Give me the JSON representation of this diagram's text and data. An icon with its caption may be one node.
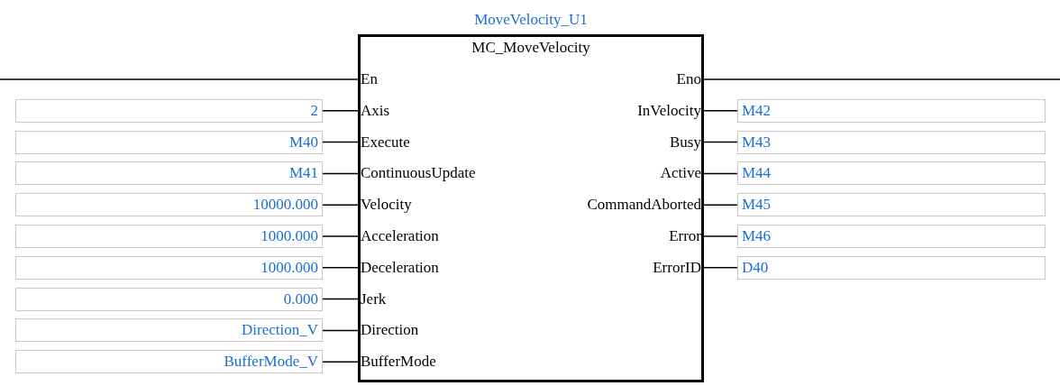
{
  "diagram": {
    "nodes": [
      {
        "text": [
          "MoveVelocity_U1",
          "MC_MoveVelocity"
        ]
      },
      {
        "text": [
          "En"
        ],
        "in": 0
      },
      {
        "text": [
          "Axis"
        ],
        "in": 0
      },
      {
        "text": [
          "Execute"
        ],
        "in": 0
      },
      {
        "text": [
          "ContinuousUpdate"
        ],
        "in": 0
      },
      {
        "text": [
          "Velocity"
        ],
        "in": 0
      },
      {
        "text": [
          "Acceleration"
        ],
        "in": 0
      },
      {
        "text": [
          "Deceleration"
        ],
        "in": 0
      },
      {
        "text": [
          "Jerk"
        ],
        "in": 0
      },
      {
        "text": [
          "Direction"
        ],
        "in": 0
      },
      {
        "text": [
          "BufferMode"
        ],
        "in": 0
      },
      {
        "text": [
          "Eno"
        ],
        "in": 0
      },
      {
        "text": [
          "InVelocity"
        ],
        "in": 0
      },
      {
        "text": [
          "Busy"
        ],
        "in": 0
      },
      {
        "text": [
          "Active"
        ],
        "in": 0
      },
      {
        "text": [
          "CommandAborted"
        ],
        "in": 0
      },
      {
        "text": [
          "Error"
        ],
        "in": 0
      },
      {
        "text": [
          "ErrorID"
        ],
        "in": 0
      },
      {
        "text": [
          "2"
        ]
      },
      {
        "text": [
          "M40"
        ]
      },
      {
        "text": [
          "M41"
        ]
      },
      {
        "text": [
          "10000.000"
        ]
      },
      {
        "text": [
          "1000.000"
        ]
      },
      {
        "text": [
          "1000.000"
        ]
      },
      {
        "text": [
          "0.000"
        ]
      },
      {
        "text": [
          "Direction_V"
        ]
      },
      {
        "text": [
          "BufferMode_V"
        ]
      },
      {
        "text": [
          "M42"
        ]
      },
      {
        "text": [
          "M43"
        ]
      },
      {
        "text": [
          "M44"
        ]
      },
      {
        "text": [
          "M45"
        ]
      },
      {
        "text": [
          "M46"
        ]
      },
      {
        "text": [
          "D40"
        ]
      }
    ],
    "edges": [
      {
        "from": null,
        "to": 1,
        "arrow": "none"
      },
      {
        "from": 11,
        "to": null,
        "arrow": "none"
      },
      {
        "from": 18,
        "to": 2,
        "arrow": "none"
      },
      {
        "from": 19,
        "to": 3,
        "arrow": "none"
      },
      {
        "from": 20,
        "to": 4,
        "arrow": "none"
      },
      {
        "from": 21,
        "to": 5,
        "arrow": "none"
      },
      {
        "from": 22,
        "to": 6,
        "arrow": "none"
      },
      {
        "from": 23,
        "to": 7,
        "arrow": "none"
      },
      {
        "from": 24,
        "to": 8,
        "arrow": "none"
      },
      {
        "from": 25,
        "to": 9,
        "arrow": "none"
      },
      {
        "from": 26,
        "to": 10,
        "arrow": "none"
      },
      {
        "from": 12,
        "to": 27,
        "arrow": "none"
      },
      {
        "from": 13,
        "to": 28,
        "arrow": "none"
      },
      {
        "from": 14,
        "to": 29,
        "arrow": "none"
      },
      {
        "from": 15,
        "to": 30,
        "arrow": "none"
      },
      {
        "from": 16,
        "to": 31,
        "arrow": "none"
      },
      {
        "from": 17,
        "to": 32,
        "arrow": "none"
      }
    ]
  }
}
